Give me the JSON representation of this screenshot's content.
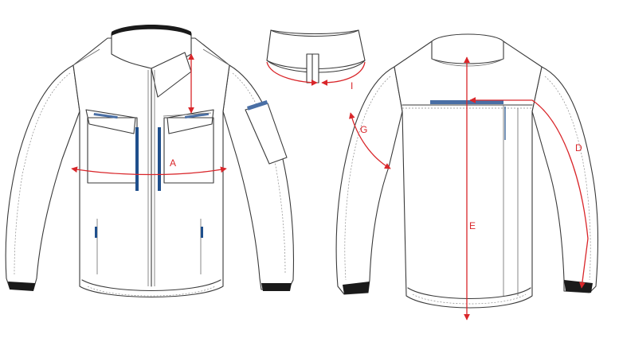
{
  "measurements": {
    "a": "A",
    "i": "I",
    "g": "G",
    "e": "E",
    "d": "D"
  },
  "colors": {
    "measurement": "#d9262a",
    "outline": "#3a3a3a",
    "zip_accent": "#1f4f8c",
    "trim": "#1a1a1a"
  }
}
